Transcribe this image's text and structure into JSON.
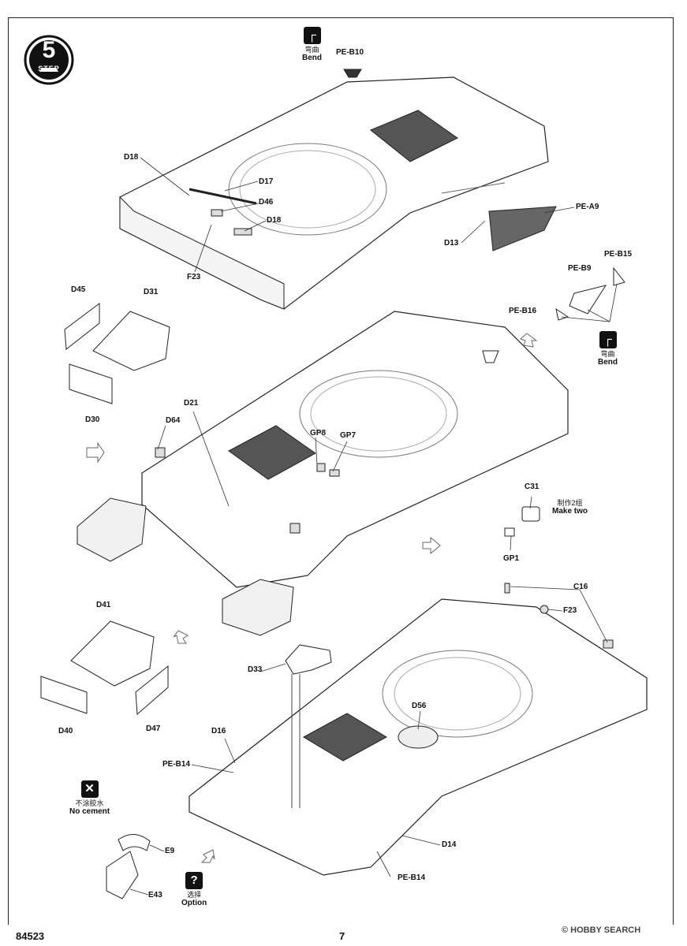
{
  "step": {
    "number": "5",
    "word": "STEP"
  },
  "notes": {
    "bend": {
      "zh": "弯曲",
      "en": "Bend"
    },
    "make_two": {
      "zh": "制作2组",
      "en": "Make two"
    },
    "no_cement": {
      "zh": "不涂胶水",
      "en": "No cement"
    },
    "option": {
      "zh": "选择",
      "en": "Option"
    }
  },
  "labels": {
    "pe_b10": "PE-B10",
    "d18_a": "D18",
    "d17": "D17",
    "d46": "D46",
    "d18_b": "D18",
    "f23_a": "F23",
    "pe_a9": "PE-A9",
    "d13": "D13",
    "pe_b15": "PE-B15",
    "pe_b9": "PE-B9",
    "pe_b16": "PE-B16",
    "d45": "D45",
    "d31": "D31",
    "d30": "D30",
    "d21": "D21",
    "d64": "D64",
    "gp8": "GP8",
    "gp7": "GP7",
    "c31": "C31",
    "gp1": "GP1",
    "c16": "C16",
    "f23_b": "F23",
    "d41": "D41",
    "d33": "D33",
    "d40": "D40",
    "d47": "D47",
    "d56": "D56",
    "d16": "D16",
    "pe_b14_a": "PE-B14",
    "pe_b14_b": "PE-B14",
    "d14": "D14",
    "e9": "E9",
    "e43": "E43"
  },
  "footer": {
    "code": "84523",
    "page": "7",
    "watermark": "© HOBBY SEARCH"
  }
}
